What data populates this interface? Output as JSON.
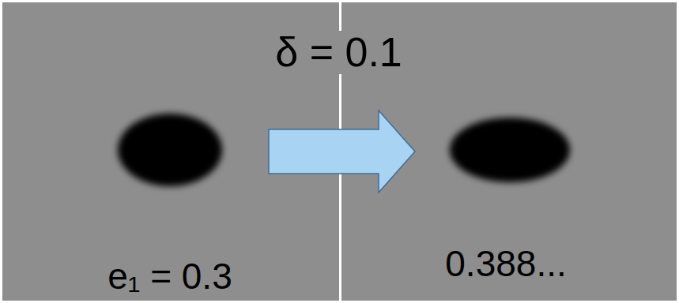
{
  "diagram": {
    "nodes": [
      {
        "text": [
          "e₁ = 0.3"
        ]
      },
      {
        "text": [
          "0.388..."
        ]
      }
    ],
    "edges": [
      {
        "from": 0,
        "to": 1,
        "arrow": "to",
        "label": "δ = 0.1"
      }
    ]
  }
}
